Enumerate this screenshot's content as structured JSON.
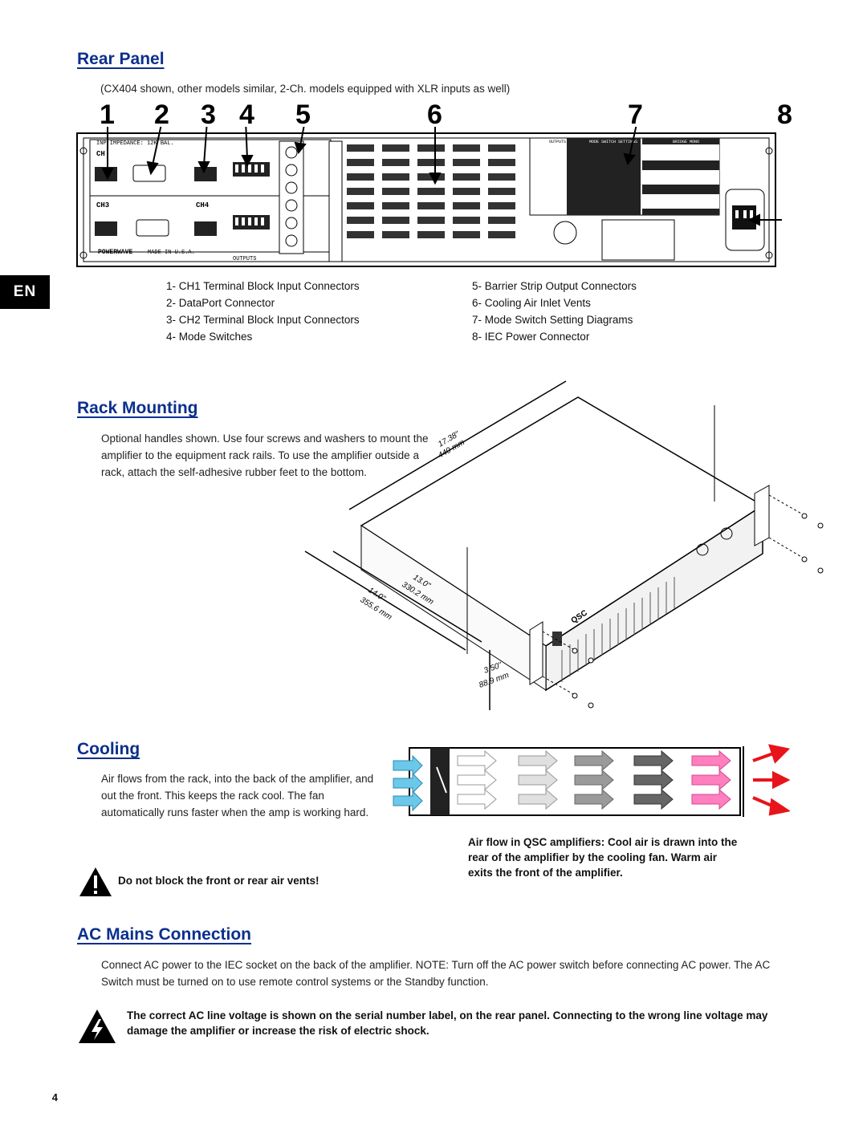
{
  "language_tab": "EN",
  "page_number": "4",
  "rear_panel": {
    "heading": "Rear Panel",
    "caption": "(CX404 shown, other models similar, 2-Ch. models equipped with XLR inputs as well)",
    "callout_numbers": [
      "1",
      "2",
      "3",
      "4",
      "5",
      "6",
      "7",
      "8"
    ],
    "panel_labels": {
      "outputs": "OUTPUTS",
      "mode_switch": "MODE SWITCH SETTINGS",
      "bridge_mono": "BRIDGE MONO",
      "powerwave": "POWERWAVE",
      "made_in": "MADE IN U.S.A."
    },
    "legend_left": [
      "1- CH1 Terminal Block Input Connectors",
      "2- DataPort Connector",
      "3- CH2 Terminal Block Input Connectors",
      "4- Mode Switches"
    ],
    "legend_right": [
      "5- Barrier Strip Output Connectors",
      "6- Cooling Air Inlet Vents",
      "7- Mode Switch Setting Diagrams",
      "8- IEC Power Connector"
    ]
  },
  "rack_mounting": {
    "heading": "Rack Mounting",
    "text": "Optional handles shown. Use four screws and washers to mount the amplifier to the equipment rack rails. To use the amplifier outside a rack, attach the self-adhesive rubber feet to the bottom.",
    "dimensions": {
      "depth_in": "17.38\"",
      "depth_mm": "440 mm",
      "width1_in": "13.0\"",
      "width1_mm": "330.2 mm",
      "width2_in": "14.0\"",
      "width2_mm": "355.6 mm",
      "height_in": "3.50\"",
      "height_mm": "88.9 mm"
    },
    "brand": "QSC"
  },
  "cooling": {
    "heading": "Cooling",
    "text": "Air flows from the rack, into the back of the amplifier, and out the front. This keeps the rack cool. The fan automatically runs faster when the amp is working hard.",
    "warning": "Do not block the front or rear air vents!",
    "caption": "Air flow in QSC amplifiers: Cool air is drawn into the rear of the amplifier by the cooling fan. Warm air exits the front of the amplifier.",
    "colors": {
      "cool": "#6cc8e8",
      "mid": "#9a9a9a",
      "warm": "#ff7fbf",
      "exit": "#e8141b"
    }
  },
  "ac_mains": {
    "heading": "AC Mains Connection",
    "text": "Connect AC power to the IEC socket on the back of the amplifier. NOTE: Turn off the AC power switch before connecting AC power. The AC Switch must be turned on to use remote control systems or the Standby function.",
    "warning": "The correct AC line voltage is shown on the serial number label, on the rear panel. Connecting to the wrong line voltage may damage the amplifier or increase the risk of electric shock."
  }
}
